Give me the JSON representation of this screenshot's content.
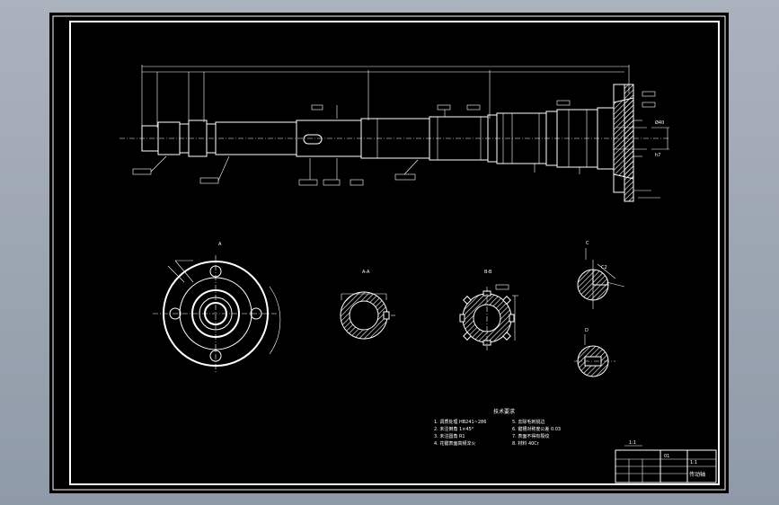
{
  "drawing": {
    "scale_label": "1:1",
    "section_labels": [
      "A",
      "A-A",
      "B-B",
      "C",
      "D"
    ],
    "technical_requirements": {
      "heading": "技术要求",
      "items": [
        "1. 调质处理 HB241~286",
        "2. 未注倒角 1×45°",
        "3. 未注圆角 R1",
        "4. 花键表面高频淬火",
        "5. 去除毛刺锐边",
        "6. 键槽对称度公差 0.03",
        "7. 表面不得有裂纹",
        "8. 材料 40Cr"
      ]
    },
    "title_block": {
      "part_name": "传动轴",
      "drawing_number": "01",
      "scale": "1:1"
    }
  }
}
